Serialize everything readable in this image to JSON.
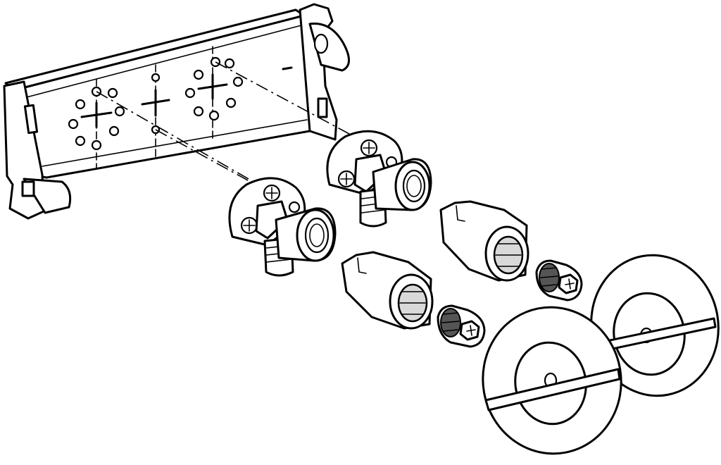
{
  "diagram": {
    "parts": [
      {
        "name": "mounting-bracket",
        "count": 1
      },
      {
        "name": "wall-elbow-fitting",
        "count": 2
      },
      {
        "name": "pipe-sleeve",
        "count": 2
      },
      {
        "name": "test-plug",
        "count": 2
      },
      {
        "name": "rosette-cover",
        "count": 2
      }
    ],
    "colors": {
      "line": "#000000",
      "fill": "#ffffff",
      "shade": "#d9d9d9",
      "dark": "#555555"
    }
  }
}
